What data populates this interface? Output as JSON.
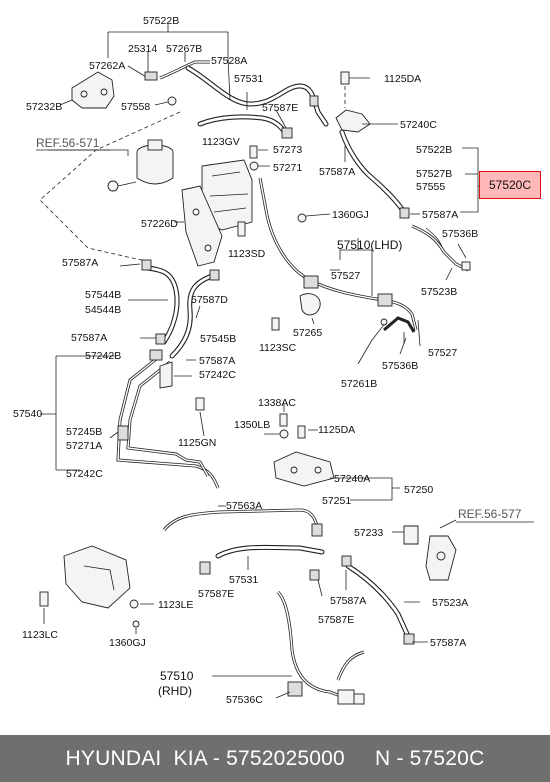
{
  "labels": {
    "l57522B_top": "57522B",
    "l25314": "25314",
    "l57267B": "57267B",
    "l57262A": "57262A",
    "l57528A": "57528A",
    "l1125DA_top": "1125DA",
    "l57531_top": "57531",
    "l57232B": "57232B",
    "l57558": "57558",
    "l57587E_top": "57587E",
    "l57240C": "57240C",
    "lref56571": "REF.56-571",
    "l1123GV": "1123GV",
    "l57273": "57273",
    "l57271": "57271",
    "l57587A_r1": "57587A",
    "l57522B_r": "57522B",
    "l57527B": "57527B",
    "l57555": "57555",
    "l57520C": "57520C",
    "l57226D": "57226D",
    "l1360GJ_top": "1360GJ",
    "l57587A_r2": "57587A",
    "l1123SD": "1123SD",
    "l57536B_top": "57536B",
    "l57510LHD": "57510(LHD)",
    "l57587A_l1": "57587A",
    "l57527_mid": "57527",
    "l57523B": "57523B",
    "l57544B": "57544B",
    "l54544B": "54544B",
    "l57587D": "57587D",
    "l57265": "57265",
    "l57587A_l2": "57587A",
    "l57545B": "57545B",
    "l1123SC": "1123SC",
    "l57527_low": "57527",
    "l57242B": "57242B",
    "l57587A_l3": "57587A",
    "l57242C_a": "57242C",
    "l57536B_low": "57536B",
    "l57261B": "57261B",
    "l57540": "57540",
    "l1338AC": "1338AC",
    "l57245B": "57245B",
    "l1350LB": "1350LB",
    "l1125DA_low": "1125DA",
    "l57271A": "57271A",
    "l1125GN": "1125GN",
    "l57242C_b": "57242C",
    "l57240A": "57240A",
    "l57250": "57250",
    "l57251": "57251",
    "l57563A": "57563A",
    "lref56577": "REF.56-577",
    "l57233": "57233",
    "l57531_low": "57531",
    "l57587A_b1": "57587A",
    "l57523A": "57523A",
    "l57587E_low1": "57587E",
    "l1123LE": "1123LE",
    "l57587E_low2": "57587E",
    "l57587A_b2": "57587A",
    "l1123LC": "1123LC",
    "l1360GJ_low": "1360GJ",
    "l57510": "57510",
    "lRHD": "(RHD)",
    "l57536C": "57536C"
  },
  "footer": "HYUNDAI  KIA - 5752025000     N - 57520C",
  "colors": {
    "highlight_fill": "#ffb8b8",
    "highlight_border": "#e01010",
    "footer_bg": "#6f6f6f",
    "footer_text": "#ffffff",
    "ref_text": "#555555"
  }
}
